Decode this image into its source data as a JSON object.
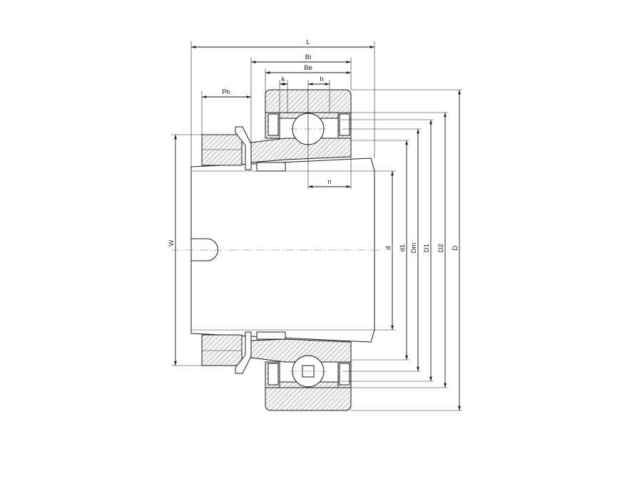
{
  "labels": {
    "L": "L",
    "Bi": "Bi",
    "Be": "Be",
    "k": "k",
    "h": "h",
    "Ph": "Ph",
    "n": "n",
    "W": "W",
    "d": "d",
    "d1": "d1",
    "Dm": "Dm",
    "D1": "D1",
    "D2": "D2",
    "D": "D"
  }
}
